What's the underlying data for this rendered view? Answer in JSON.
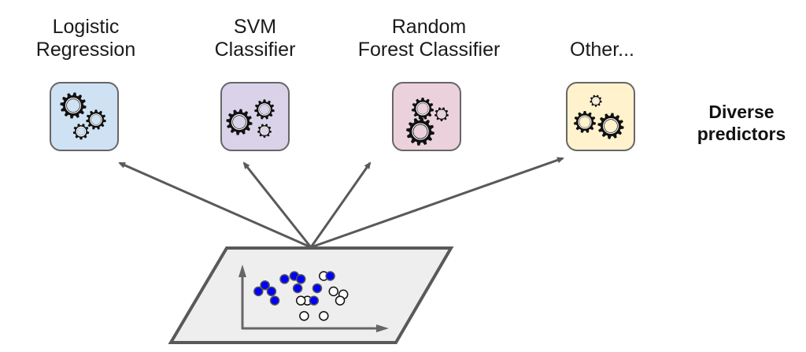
{
  "predictors": [
    {
      "id": "logistic",
      "label_lines": [
        "Logistic",
        "Regression"
      ],
      "color": "#cfe2f3"
    },
    {
      "id": "svm",
      "label_lines": [
        "SVM",
        "Classifier"
      ],
      "color": "#d9d2e9"
    },
    {
      "id": "random-forest",
      "label_lines": [
        "Random",
        "Forest Classifier"
      ],
      "color": "#ead1dc"
    },
    {
      "id": "other",
      "label_lines": [
        "Other..."
      ],
      "color": "#fff2cc"
    }
  ],
  "side_label": {
    "line1": "Diverse",
    "line2": "predictors"
  },
  "colors": {
    "arrow": "#595959",
    "dataset_fill": "#eeeeee",
    "dataset_border": "#595959",
    "blue_point": "#0000ff"
  },
  "dataset": {
    "blue_points": [
      [
        1,
        5
      ],
      [
        2,
        6
      ],
      [
        3,
        5
      ],
      [
        3.5,
        3.5
      ],
      [
        5,
        7
      ],
      [
        6.5,
        7.5
      ],
      [
        7.5,
        7
      ],
      [
        7,
        5.5
      ],
      [
        10,
        5.5
      ],
      [
        9.5,
        3.5
      ],
      [
        12,
        7.5
      ]
    ],
    "white_points": [
      [
        8.5,
        3.5
      ],
      [
        7.5,
        3.5
      ],
      [
        11,
        7.5
      ],
      [
        12.5,
        5
      ],
      [
        14,
        4.5
      ],
      [
        13.5,
        3.5
      ],
      [
        8,
        1
      ],
      [
        11,
        1
      ]
    ]
  }
}
